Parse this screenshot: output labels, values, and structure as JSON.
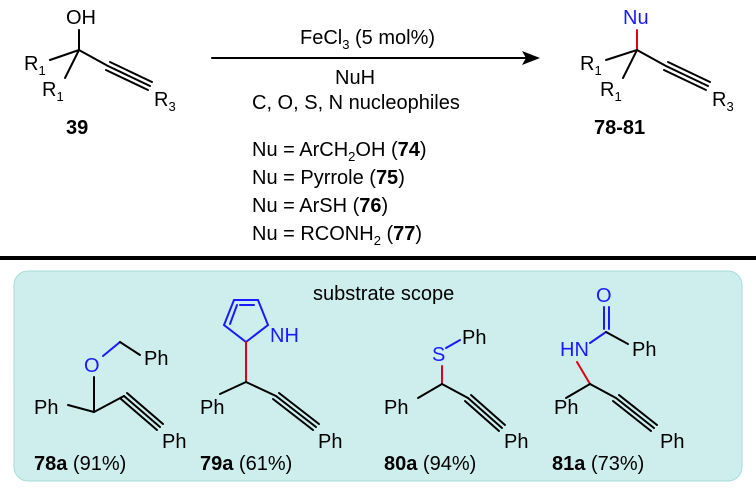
{
  "reaction": {
    "reactant": {
      "oh": "OH",
      "r1": "R",
      "r1_sub": "1",
      "r3": "R",
      "r3_sub": "3",
      "label": "39"
    },
    "product": {
      "nu": "Nu",
      "r1": "R",
      "r1_sub": "1",
      "r3": "R",
      "r3_sub": "3",
      "label": "78-81"
    },
    "catalyst": {
      "prefix": "FeCl",
      "sub": "3",
      "suffix": " (5 mol%)"
    },
    "reagent_line1": "NuH",
    "reagent_line2": "C, O, S, N nucleophiles",
    "nucleophiles": [
      {
        "prefix": "Nu = ArCH",
        "sub": "2",
        "suffix": "OH (",
        "num": "74",
        "close": ")"
      },
      {
        "prefix": "Nu = Pyrrole (",
        "sub": "",
        "suffix": "",
        "num": "75",
        "close": ")"
      },
      {
        "prefix": "Nu = ArSH (",
        "sub": "",
        "suffix": "",
        "num": "76",
        "close": ")"
      },
      {
        "prefix": "Nu = RCONH",
        "sub": "2",
        "suffix": " (",
        "num": "77",
        "close": ")"
      }
    ]
  },
  "scope": {
    "title": "substrate scope",
    "ph": "Ph",
    "o": "O",
    "nh": "NH",
    "s": "S",
    "hn": "HN",
    "carbonyl_o": "O",
    "examples": [
      {
        "id": "78a",
        "yield": " (91%)"
      },
      {
        "id": "79a",
        "yield": " (61%)"
      },
      {
        "id": "80a",
        "yield": " (94%)"
      },
      {
        "id": "81a",
        "yield": " (73%)"
      }
    ]
  },
  "colors": {
    "heteroatom": "#1a1aff",
    "new_bond": "#e0001a",
    "panel_bg": "#cdeeed"
  }
}
